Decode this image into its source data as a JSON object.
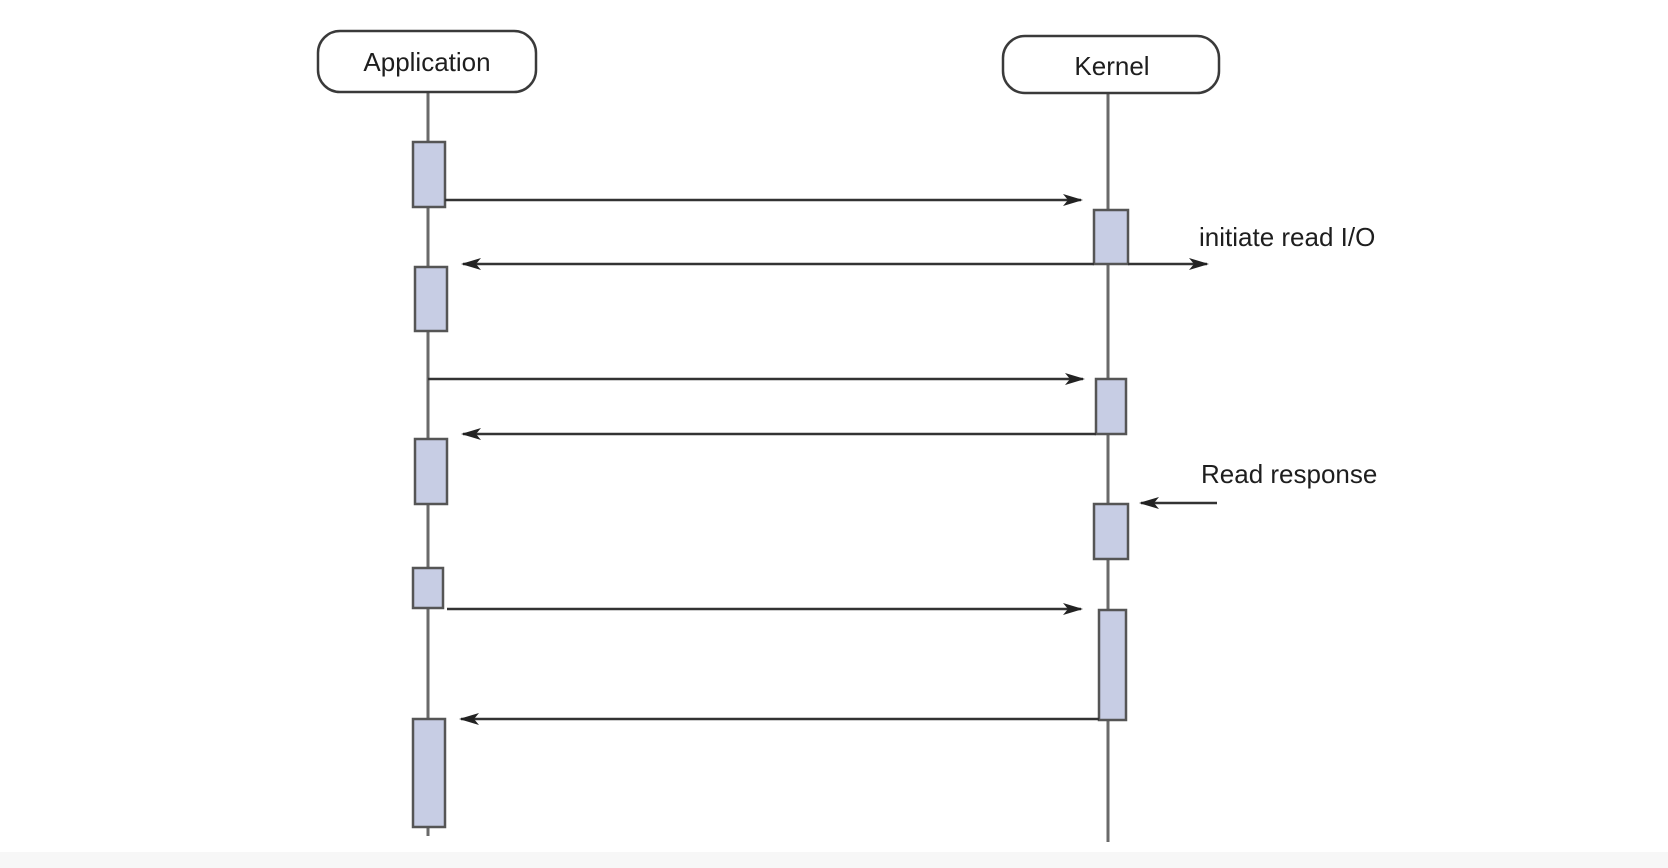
{
  "diagram": {
    "actors": {
      "application": "Application",
      "kernel": "Kernel"
    },
    "notes": {
      "initiate_read": "initiate read I/O",
      "read_response": "Read response"
    }
  },
  "colors": {
    "background": "#ffffff",
    "activation_fill": "#c7cde4",
    "stroke": "#555555",
    "text": "#1e1e1e",
    "bottom_strip": "#f7f7f7"
  }
}
